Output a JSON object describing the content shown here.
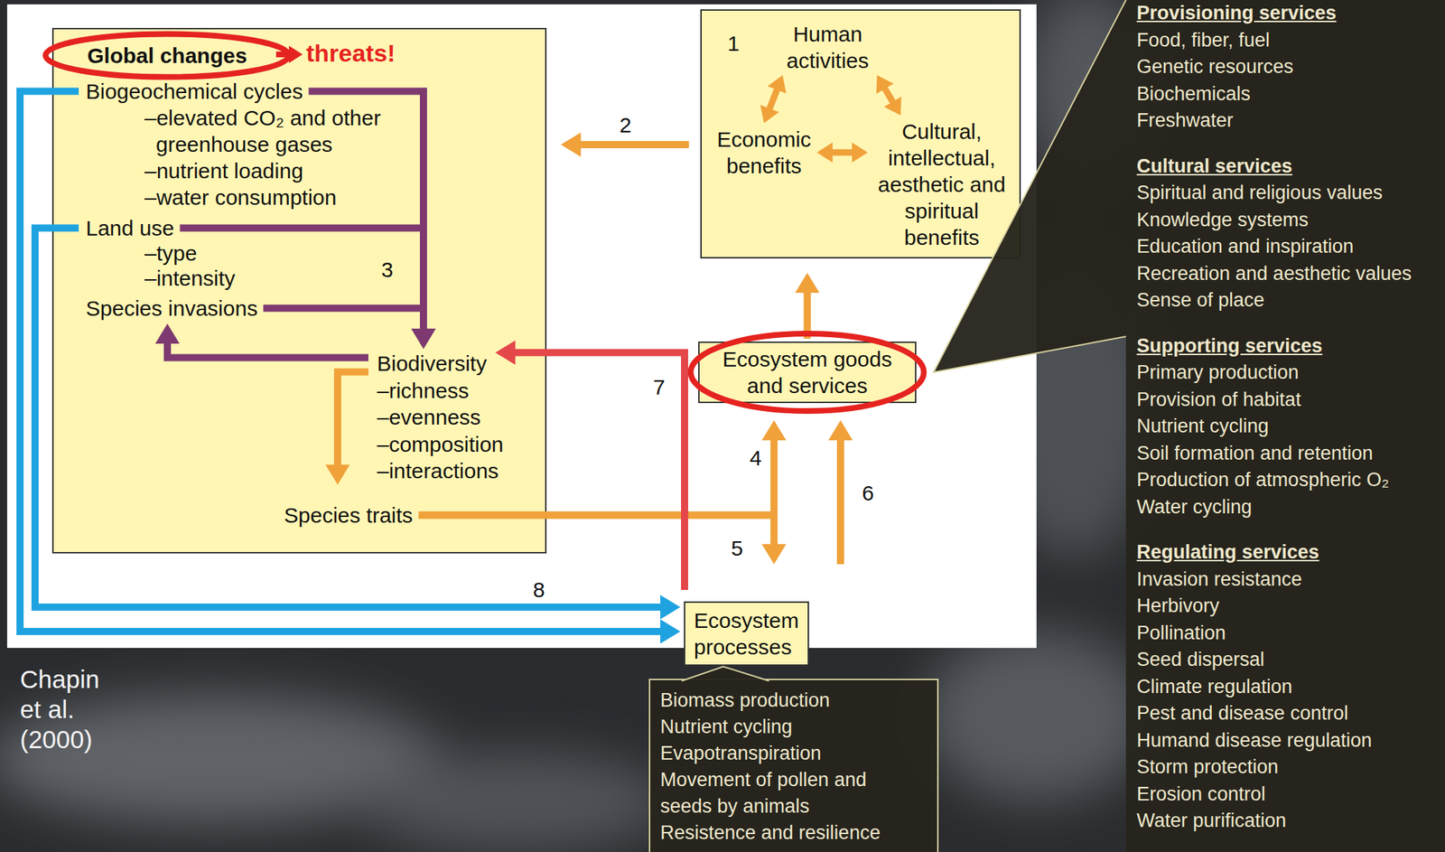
{
  "diagram": {
    "caption": "Chapin et al. (2000)",
    "nodes": [
      {
        "text": [
          "Global changes"
        ]
      },
      {
        "text": [
          "Biogeochemical cycles",
          "–elevated CO₂ and other greenhouse gases",
          "–nutrient loading",
          "–water consumption"
        ],
        "in": 0
      },
      {
        "text": [
          "Land use",
          "–type",
          "–intensity"
        ],
        "in": 0
      },
      {
        "text": [
          "Species invasions"
        ],
        "in": 0
      },
      {
        "text": [
          "Biodiversity",
          "–richness",
          "–evenness",
          "–composition",
          "–interactions"
        ],
        "in": 0
      },
      {
        "text": [
          "Species traits"
        ],
        "in": 0
      },
      {
        "text": [
          "1"
        ]
      },
      {
        "text": [
          "Human activities"
        ],
        "in": 6
      },
      {
        "text": [
          "Economic benefits"
        ],
        "in": 6
      },
      {
        "text": [
          "Cultural, intellectual, aesthetic and spiritual benefits"
        ],
        "in": 6
      },
      {
        "text": [
          "Ecosystem goods and services"
        ]
      },
      {
        "text": [
          "Ecosystem processes"
        ]
      },
      {
        "text": [
          "Biomass production",
          "Nutrient cycling",
          "Evapotranspiration",
          "Movement of pollen and seeds by animals",
          "Resistence and resilience"
        ]
      },
      {
        "text": [
          "Provisioning services",
          "Food, fiber, fuel",
          "Genetic resources",
          "Biochemicals",
          "Freshwater",
          "Cultural services",
          "Spiritual and religious values",
          "Knowledge systems",
          "Education and inspiration",
          "Recreation and aesthetic values",
          "Sense of place",
          "Supporting services",
          "Primary production",
          "Provision of habitat",
          "Nutrient cycling",
          "Soil formation and retention",
          "Production of atmospheric O₂",
          "Water cycling",
          "Regulating services",
          "Invasion resistance",
          "Herbivory",
          "Pollination",
          "Seed dispersal",
          "Climate regulation",
          "Pest and disease control",
          "Humand disease regulation",
          "Storm protection",
          "Erosion control",
          "Water purification"
        ]
      }
    ],
    "edges": [
      {
        "from": 7,
        "to": 8,
        "arrow": "both"
      },
      {
        "from": 7,
        "to": 9,
        "arrow": "both"
      },
      {
        "from": 8,
        "to": 9,
        "arrow": "both"
      },
      {
        "from": 6,
        "to": 0,
        "arrow": "to"
      },
      {
        "from": 1,
        "to": 4,
        "arrow": "to"
      },
      {
        "from": 2,
        "to": 4,
        "arrow": "to"
      },
      {
        "from": 3,
        "to": 4,
        "arrow": "to"
      },
      {
        "from": 4,
        "to": 3,
        "arrow": "to"
      },
      {
        "from": 4,
        "to": 5,
        "arrow": "to"
      },
      {
        "from": 5,
        "to": 10,
        "arrow": "to"
      },
      {
        "from": 5,
        "to": 11,
        "arrow": "to"
      },
      {
        "from": 11,
        "to": 10,
        "arrow": "to"
      },
      {
        "from": 11,
        "to": 4,
        "arrow": "to"
      },
      {
        "from": 1,
        "to": 11,
        "arrow": "to"
      },
      {
        "from": 2,
        "to": 11,
        "arrow": "to"
      },
      {
        "from": 10,
        "to": 6,
        "arrow": "to"
      },
      {
        "from": 10,
        "to": 13,
        "arrow": "none"
      },
      {
        "from": 11,
        "to": 12,
        "arrow": "none"
      }
    ],
    "labels": [
      "threats!",
      "2",
      "3",
      "4",
      "5",
      "6",
      "7",
      "8"
    ]
  }
}
